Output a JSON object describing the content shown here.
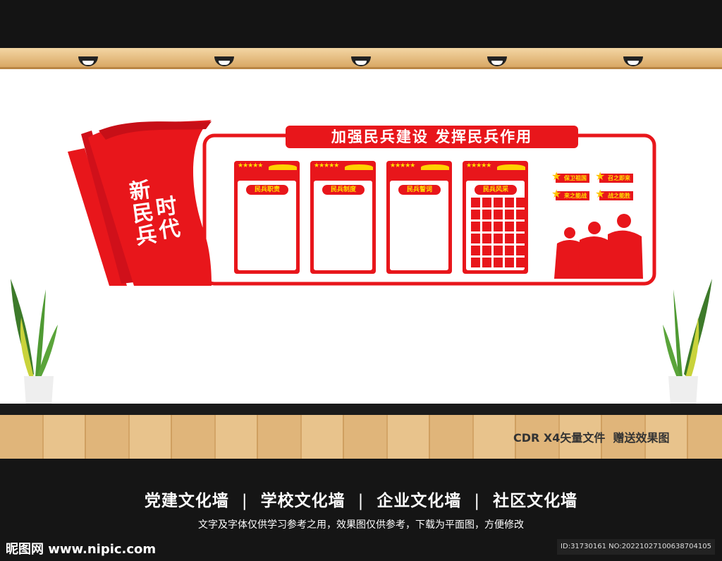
{
  "wall": {
    "flag_text": [
      "新",
      "时代",
      "民兵"
    ],
    "banner_title": "加强民兵建设 发挥民兵作用",
    "panels": [
      {
        "label": "民兵职责"
      },
      {
        "label": "民兵制度"
      },
      {
        "label": "民兵誓词"
      },
      {
        "label": "民兵风采"
      }
    ],
    "slogans": [
      "保卫祖国",
      "召之即来",
      "来之能战",
      "战之能胜"
    ],
    "stars": "★★★★★",
    "colors": {
      "red": "#e8161b",
      "yellow": "#ffd200"
    }
  },
  "floor_caption": "CDR X4矢量文件  赠送效果图",
  "footer": {
    "categories": [
      "党建文化墙",
      "学校文化墙",
      "企业文化墙",
      "社区文化墙"
    ],
    "separator": "|",
    "note": "文字及字体仅供学习参考之用，效果图仅供参考，下载为平面图，方便修改",
    "logo": "昵图网 www.nipic.com",
    "id_text": "ID:31730161 NO:20221027100638704105"
  }
}
